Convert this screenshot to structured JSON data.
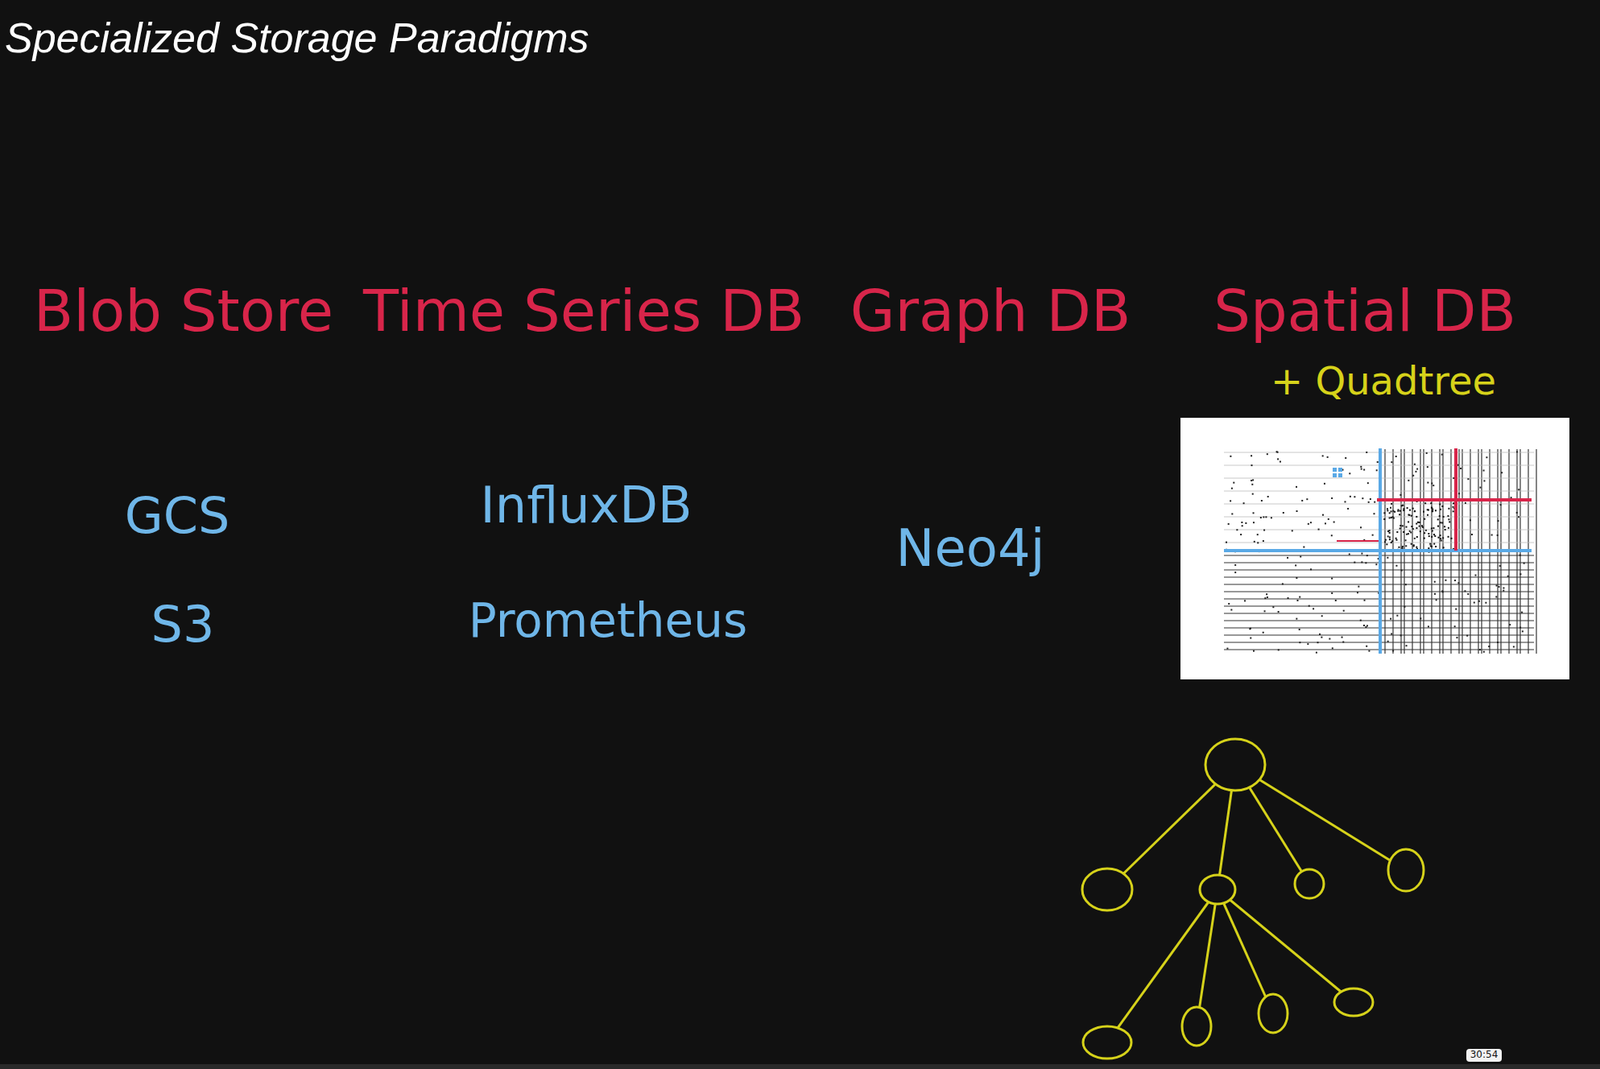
{
  "diagram": {
    "title": "Specialized Storage Paradigms",
    "labels": [
      "Blob Store",
      "Time Series DB",
      "Graph DB",
      "Spatial DB",
      "+ Quadtree",
      "GCS",
      "S3",
      "InfluxDB",
      "Prometheus",
      "Neo4j",
      "30:54"
    ]
  }
}
